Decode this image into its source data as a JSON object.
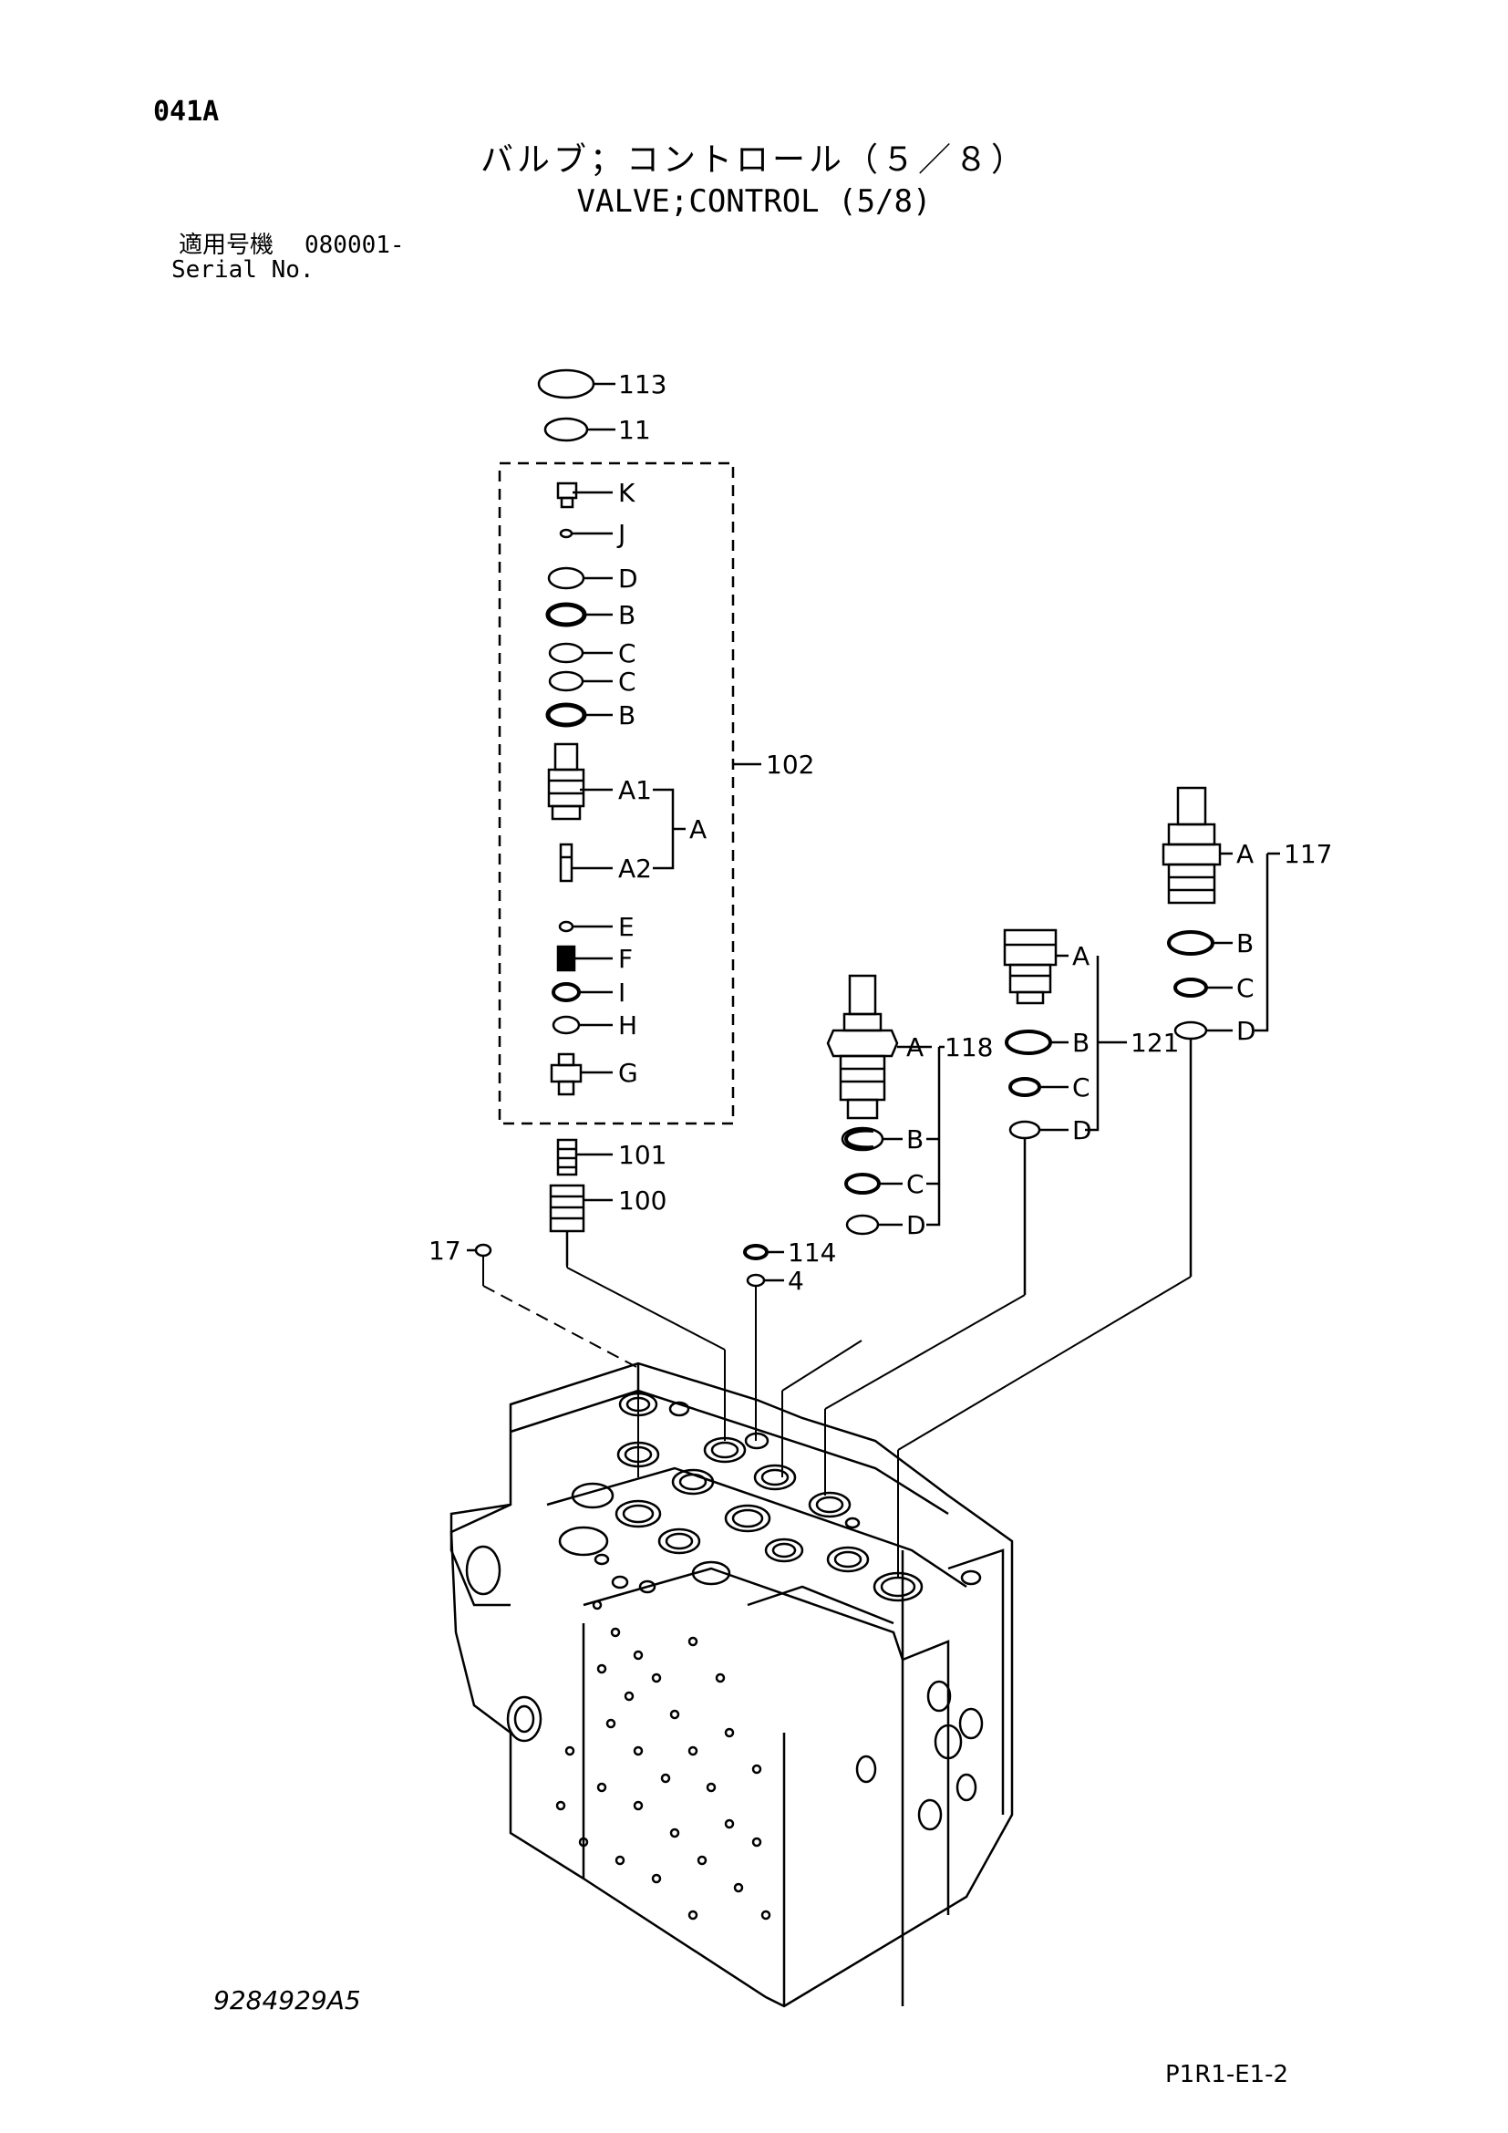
{
  "header": {
    "page_code": "041A",
    "title_jp": "バルブ；コントロール（５／８）",
    "title_en": "VALVE;CONTROL (5/8)",
    "serial_label_jp": "適用号機",
    "serial_number": "080001-",
    "serial_label_en": "Serial No."
  },
  "callouts": {
    "c113": "113",
    "c11": "11",
    "cK": "K",
    "cJ": "J",
    "cD1": "D",
    "cB1": "B",
    "cC1": "C",
    "cC2": "C",
    "cB2": "B",
    "cA1": "A1",
    "cA": "A",
    "cA2": "A2",
    "cE": "E",
    "cF": "F",
    "cI": "I",
    "cH": "H",
    "cG": "G",
    "c102": "102",
    "c101": "101",
    "c100": "100",
    "c17": "17",
    "c114": "114",
    "c4": "4",
    "c118": "118",
    "c118A": "A",
    "c118B": "B",
    "c118C": "C",
    "c118D": "D",
    "c121": "121",
    "c121A": "A",
    "c121B": "B",
    "c121C": "C",
    "c121D": "D",
    "c117": "117",
    "c117A": "A",
    "c117B": "B",
    "c117C": "C",
    "c117D": "D"
  },
  "footer": {
    "doc_number": "9284929A5",
    "sheet_ref": "P1R1-E1-2"
  }
}
